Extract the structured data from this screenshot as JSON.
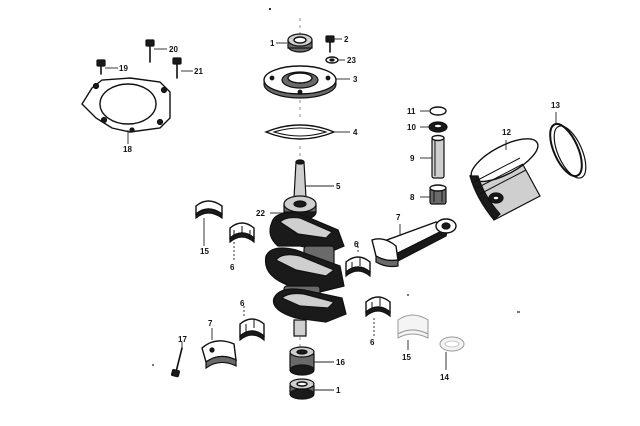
{
  "labels": {
    "l1_top": "1",
    "l2": "2",
    "l23": "23",
    "l3": "3",
    "l4": "4",
    "l5": "5",
    "l20": "20",
    "l19": "19",
    "l21": "21",
    "l18": "18",
    "l22": "22",
    "l11": "11",
    "l10": "10",
    "l9": "9",
    "l8": "8",
    "l12": "12",
    "l13": "13",
    "l7_rod": "7",
    "l6_right": "6",
    "l15_left": "15",
    "l6_left": "6",
    "l6_lower": "6",
    "l7_left": "7",
    "l17": "17",
    "l16": "16",
    "l1_bottom": "1",
    "l6_center": "6",
    "l15_right": "15",
    "l14": "14"
  },
  "colors": {
    "ink": "#111111",
    "paper": "#ffffff",
    "shade": "#6a6a6a",
    "highlight": "#cfcfcf"
  }
}
